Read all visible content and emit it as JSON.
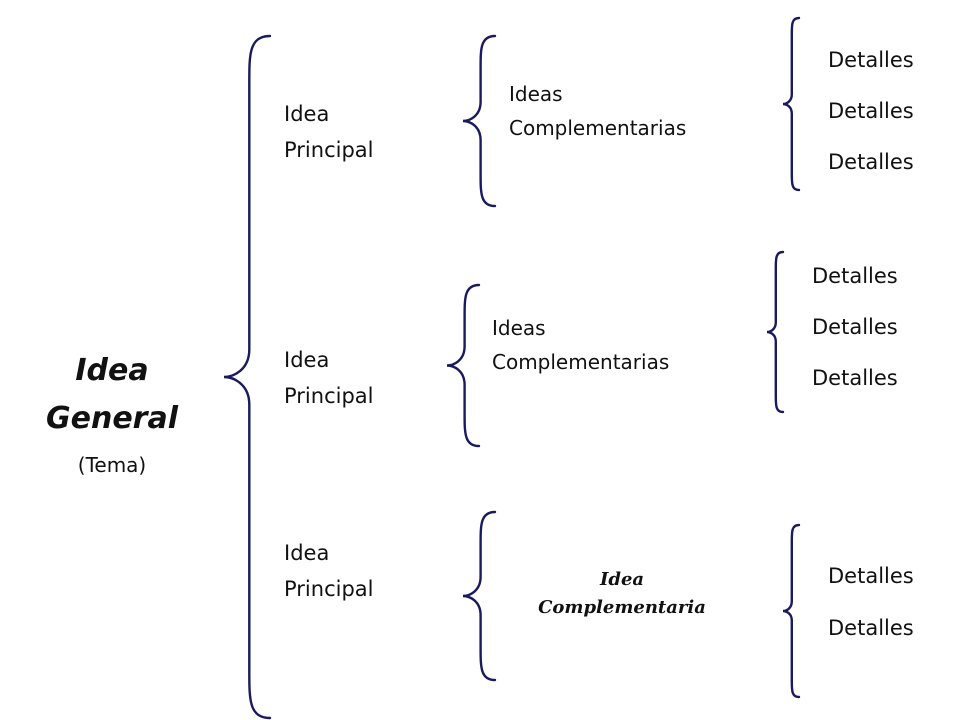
{
  "general": {
    "line1": "Idea",
    "line2": "General",
    "subtitle": "(Tema)"
  },
  "branches": [
    {
      "main": {
        "line1": "Idea",
        "line2": "Principal"
      },
      "complement": {
        "line1": "Ideas",
        "line2": "Complementarias"
      },
      "details": [
        "Detalles",
        "Detalles",
        "Detalles"
      ]
    },
    {
      "main": {
        "line1": "Idea",
        "line2": "Principal"
      },
      "complement": {
        "line1": "Ideas",
        "line2": "Complementarias"
      },
      "details": [
        "Detalles",
        "Detalles",
        "Detalles"
      ]
    },
    {
      "main": {
        "line1": "Idea",
        "line2": "Principal"
      },
      "complement": {
        "line1": "Idea",
        "line2": "Complementaria"
      },
      "details": [
        "Detalles",
        "Detalles"
      ]
    }
  ],
  "colors": {
    "brace": "#1a1a5e",
    "text": "#111111"
  }
}
